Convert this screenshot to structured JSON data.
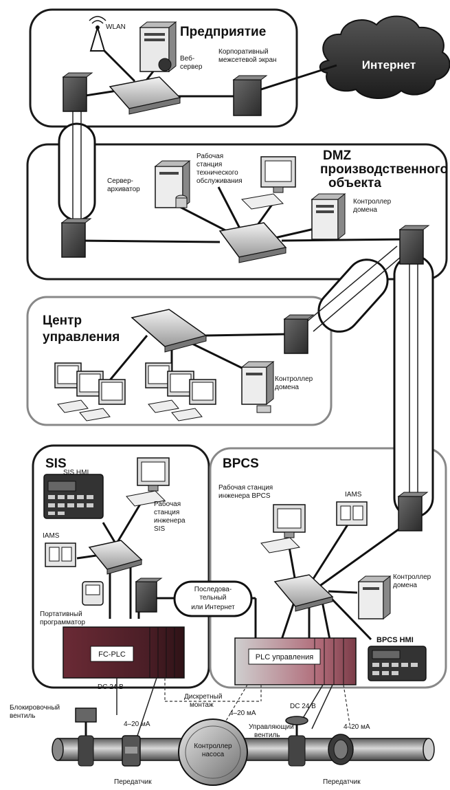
{
  "zones": {
    "enterprise": "Предприятие",
    "dmz_line1": "DMZ",
    "dmz_line2": "производственного",
    "dmz_line3": "объекта",
    "control_center_line1": "Центр",
    "control_center_line2": "управления",
    "sis": "SIS",
    "bpcs": "BPCS"
  },
  "cloud": {
    "label": "Интернет"
  },
  "enterprise_devices": {
    "wlan": "WLAN",
    "web_server_1": "Веб-",
    "web_server_2": "сервер",
    "firewall_1": "Корпоративный",
    "firewall_2": "межсетевой экран"
  },
  "dmz_devices": {
    "archiver_1": "Сервер-",
    "archiver_2": "архиватор",
    "maint_1": "Рабочая",
    "maint_2": "станция",
    "maint_3": "технического",
    "maint_4": "обслуживания",
    "dc_1": "Контроллер",
    "dc_2": "домена"
  },
  "cc_devices": {
    "dc_1": "Контроллер",
    "dc_2": "домена"
  },
  "sis_devices": {
    "hmi": "SIS HMI",
    "eng_1": "Рабочая",
    "eng_2": "станция",
    "eng_3": "инженера",
    "eng_4": "SIS",
    "iams": "IAMS",
    "portable_1": "Портативный",
    "portable_2": "программатор",
    "plc": "FC-PLC"
  },
  "serial_link": {
    "line1": "Последова-",
    "line2": "тельный",
    "line3": "или Интернет"
  },
  "bpcs_devices": {
    "eng_1": "Рабочая станция",
    "eng_2": "инженера BPCS",
    "iams": "IAMS",
    "dc_1": "Контроллер",
    "dc_2": "домена",
    "hmi": "BPCS HMI",
    "plc": "PLC управления"
  },
  "field": {
    "dc24_left": "DC 24 В",
    "dc24_right": "DC 24 В",
    "discrete_1": "Дискретный",
    "discrete_2": "монтаж",
    "ma_left": "4–20 мА",
    "ma_mid": "4–20 мА",
    "ma_right": "4–20 мА",
    "block_valve_1": "Блокировочный",
    "block_valve_2": "вентиль",
    "control_valve_1": "Управляющий",
    "control_valve_2": "вентиль",
    "pump_1": "Контроллер",
    "pump_2": "насоса",
    "transmitter_left": "Передатчик",
    "transmitter_right": "Передатчик"
  }
}
